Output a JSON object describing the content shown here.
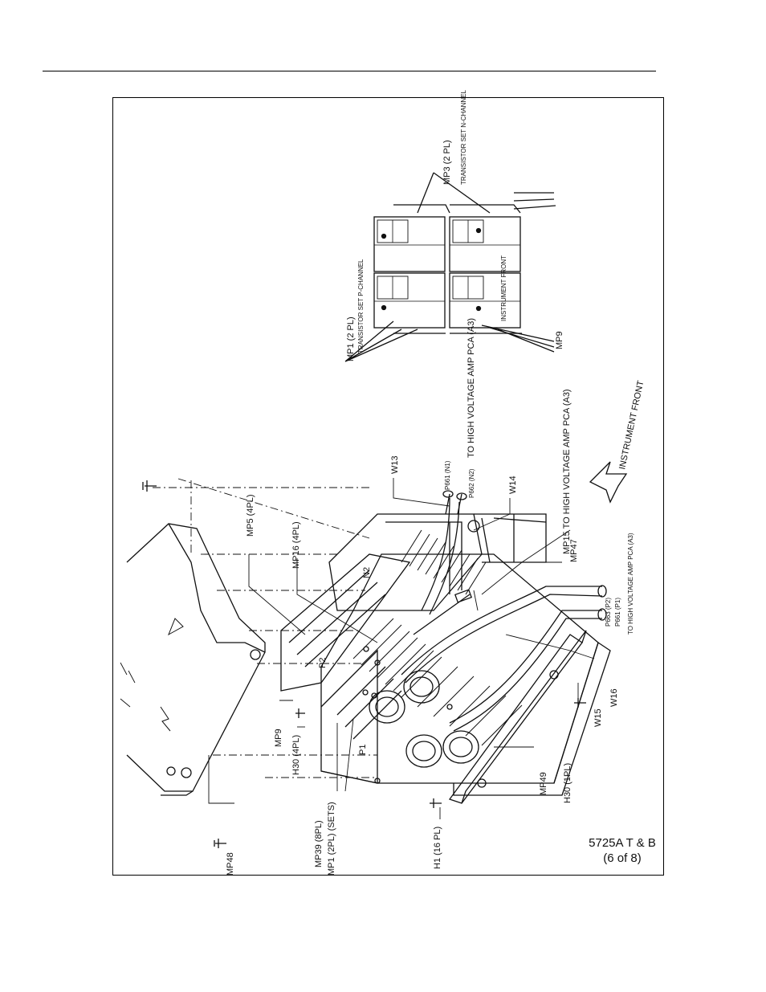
{
  "figure": {
    "caption_line1": "5725A T & B",
    "caption_line2": "(6 of 8)"
  },
  "callouts": {
    "mp48": "MP48",
    "mp5": "MP5 (4PL)",
    "mp16": "MP16 (4PL)",
    "mp9_left": "MP9",
    "h30_4pl": "H30 (4PL)",
    "mp39": "MP39 (8PL)",
    "mp1_sets": "MP1 (2PL) (SETS)",
    "h1": "H1 (16 PL)",
    "mp49": "MP49",
    "h30_1pl": "H30 (1PL)",
    "w15": "W15",
    "w16": "W16",
    "mp47": "MP47",
    "mp15": "MP15 TO HIGH VOLTAGE AMP PCA (A3)",
    "p663": "P663 (P2)",
    "p661": "P661 (P1)",
    "to_hv_amp_3": "TO HIGH VOLTAGE AMP PCA (A3)",
    "w13": "W13",
    "w14": "W14",
    "p661_n1": "P661 (N1)",
    "p662_n2": "P662 (N2)",
    "to_hv_amp_1": "TO HIGH VOLTAGE AMP PCA (A3)",
    "instrument_front": "INSTRUMENT FRONT",
    "mp1_2pl": "MP1 (2 PL)",
    "transistor_p": "TRANSISTOR SET P-CHANNEL",
    "mp3_2pl": "MP3 (2 PL)",
    "transistor_n": "TRANSISTOR SET N-CHANNEL",
    "mp9_inset": "MP9",
    "instrument_front_inset": "INSTRUMENT FRONT",
    "label_p1": "P1",
    "label_p2": "P2",
    "label_n2": "N2"
  },
  "colors": {
    "ink": "#111111",
    "paper": "#ffffff"
  }
}
